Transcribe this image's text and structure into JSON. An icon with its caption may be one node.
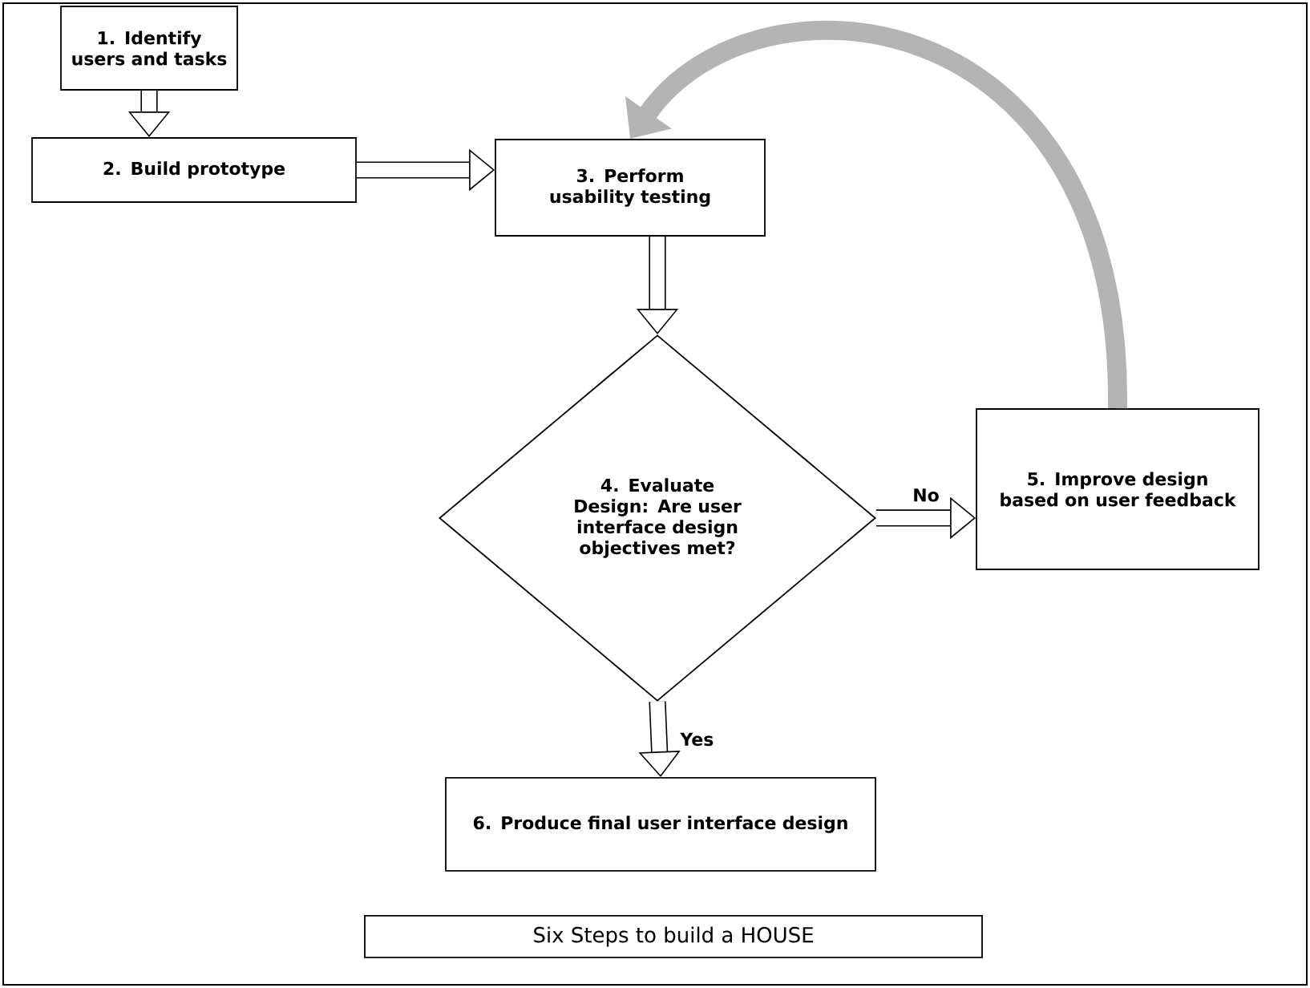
{
  "diagram": {
    "title": "Six Steps to build a HOUSE",
    "nodes": [
      {
        "text": [
          "1. Identify users and tasks"
        ]
      },
      {
        "text": [
          "2. Build prototype"
        ]
      },
      {
        "text": [
          "3. Perform usability testing"
        ]
      },
      {
        "text": [
          "4. Evaluate Design: Are user interface design objectives met?"
        ]
      },
      {
        "text": [
          "5. Improve design based on user feedback"
        ]
      },
      {
        "text": [
          "6. Produce final user interface design"
        ]
      }
    ],
    "edges": [
      {
        "from": 0,
        "to": 1,
        "arrow": "to"
      },
      {
        "from": 1,
        "to": 2,
        "arrow": "to"
      },
      {
        "from": 2,
        "to": 3,
        "arrow": "to"
      },
      {
        "from": 3,
        "to": 4,
        "arrow": "to",
        "label": "No"
      },
      {
        "from": 3,
        "to": 5,
        "arrow": "to",
        "label": "Yes"
      },
      {
        "from": 4,
        "to": 2,
        "arrow": "to",
        "color": "#b4b4b4"
      }
    ]
  }
}
